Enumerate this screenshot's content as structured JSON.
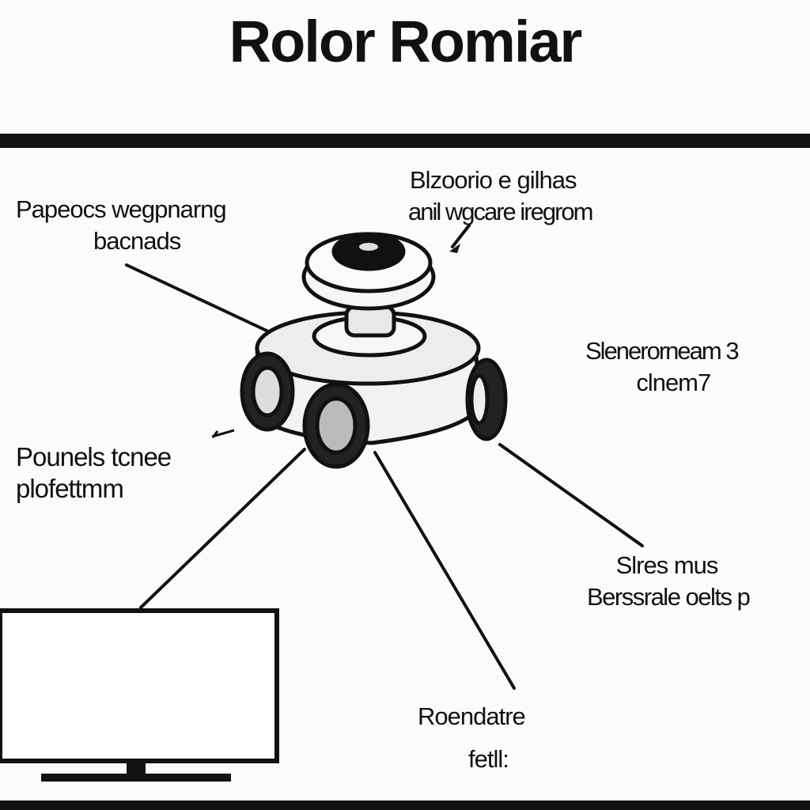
{
  "title": "Rolor Romiar",
  "labels": {
    "top_left": {
      "line1": "Papeocs wegpnarng",
      "line2": "bacnads"
    },
    "top_right": {
      "line1": "Blzoorio e gilhas",
      "line2": "anil wgcare iregrom"
    },
    "mid_right": {
      "line1": "Slenerorneam 3",
      "line2": "clnem7"
    },
    "mid_left": {
      "line1": "Pounels tcnee",
      "line2": "plofettmm"
    },
    "lower_right": {
      "line1": "Slres mus",
      "line2": "Berssrale oelts p"
    },
    "bottom_center": {
      "line1": "Roendatre",
      "line2": "fetll:"
    }
  },
  "colors": {
    "ink": "#111111",
    "background": "#fbfbfb"
  }
}
